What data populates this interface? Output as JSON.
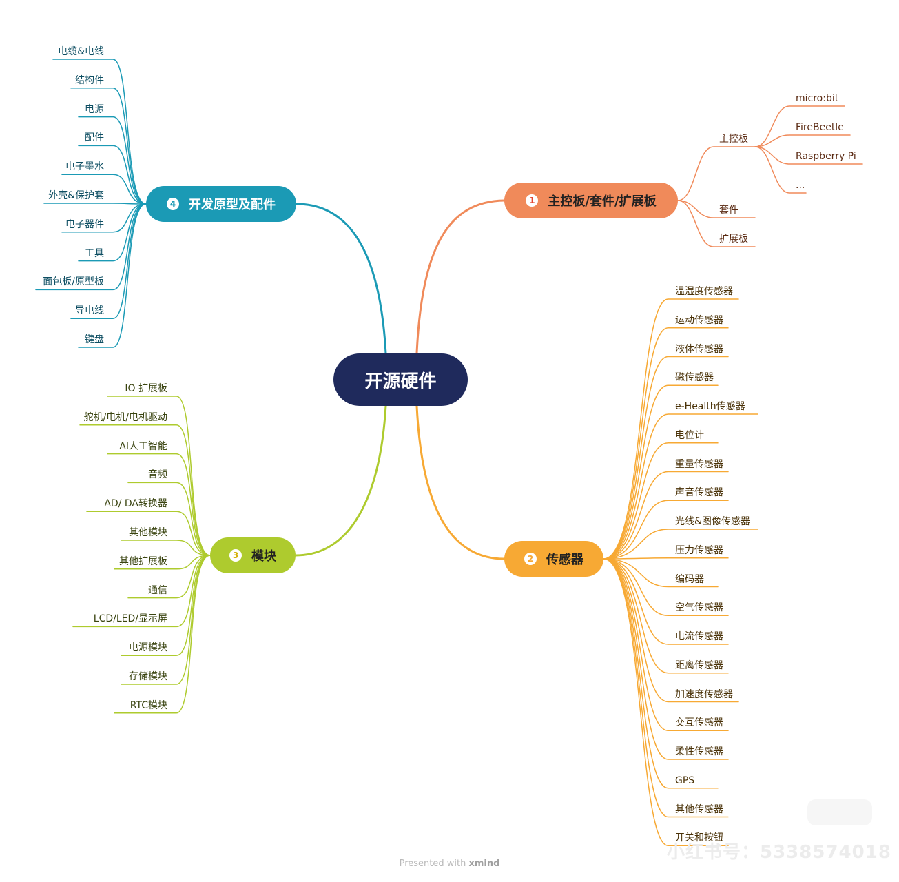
{
  "root": {
    "label": "开源硬件"
  },
  "branches": [
    {
      "key": "b1",
      "badge": "1",
      "label": "主控板/套件/扩展板",
      "color": "#f08a5a",
      "badge_color": "#e3452f",
      "text_color": "#222222",
      "children": [
        {
          "label": "主控板",
          "children": [
            "micro:bit",
            "FireBeetle",
            "Raspberry Pi",
            "..."
          ]
        },
        {
          "label": "套件"
        },
        {
          "label": "扩展板"
        }
      ]
    },
    {
      "key": "b2",
      "badge": "2",
      "label": "传感器",
      "color": "#f7a934",
      "badge_color": "#f7a934",
      "text_color": "#222222",
      "children": [
        "温湿度传感器",
        "运动传感器",
        "液体传感器",
        "磁传感器",
        "e-Health传感器",
        "电位计",
        "重量传感器",
        "声音传感器",
        "光线&图像传感器",
        "压力传感器",
        "编码器",
        "空气传感器",
        "电流传感器",
        "距离传感器",
        "加速度传感器",
        "交互传感器",
        "柔性传感器",
        "GPS",
        "其他传感器",
        "开关和按钮"
      ]
    },
    {
      "key": "b3",
      "badge": "3",
      "label": "模块",
      "color": "#aecb2e",
      "badge_color": "#d4b10c",
      "text_color": "#222222",
      "children": [
        "IO 扩展板",
        "舵机/电机/电机驱动",
        "AI人工智能",
        "音频",
        "AD/ DA转换器",
        "其他模块",
        "其他扩展板",
        "通信",
        "LCD/LED/显示屏",
        "电源模块",
        "存储模块",
        "RTC模块"
      ]
    },
    {
      "key": "b4",
      "badge": "4",
      "label": "开发原型及配件",
      "color": "#1b9ab5",
      "badge_color": "#1b9ab5",
      "text_color": "#ffffff",
      "children": [
        "电缆&电线",
        "结构件",
        "电源",
        "配件",
        "电子墨水",
        "外壳&保护套",
        "电子器件",
        "工具",
        "面包板/原型板",
        "导电线",
        "键盘"
      ]
    }
  ],
  "footer": {
    "prefix": "Presented with ",
    "brand": "xmind"
  },
  "watermark": "小红书号：5338574018"
}
